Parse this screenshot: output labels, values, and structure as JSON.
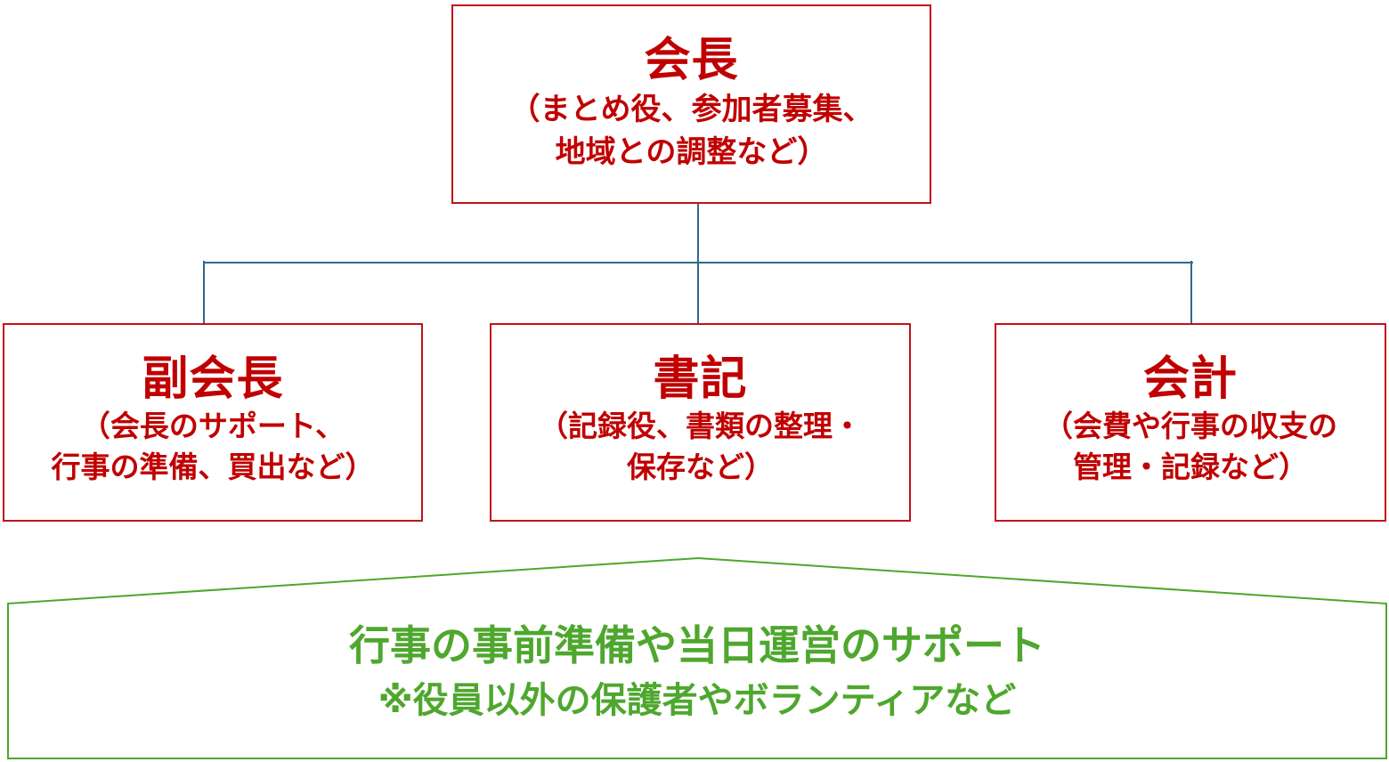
{
  "chart": {
    "chair": {
      "title": "会長",
      "desc_lines": [
        "（まとめ役、参加者募集、",
        "地域との調整など）"
      ]
    },
    "roles": [
      {
        "title": "副会長",
        "desc_lines": [
          "（会長のサポート、",
          "行事の準備、買出など）"
        ]
      },
      {
        "title": "書記",
        "desc_lines": [
          "（記録役、書類の整理・",
          "保存など）"
        ]
      },
      {
        "title": "会計",
        "desc_lines": [
          "（会費や行事の収支の",
          "管理・記録など）"
        ]
      }
    ]
  },
  "support": {
    "line1": "行事の事前準備や当日運営のサポート",
    "line2": "※役員以外の保護者やボランティアなど"
  },
  "colors": {
    "role_border": "#c0131b",
    "role_text": "#c00000",
    "connector": "#2e6b8a",
    "support": "#4ea72e"
  }
}
